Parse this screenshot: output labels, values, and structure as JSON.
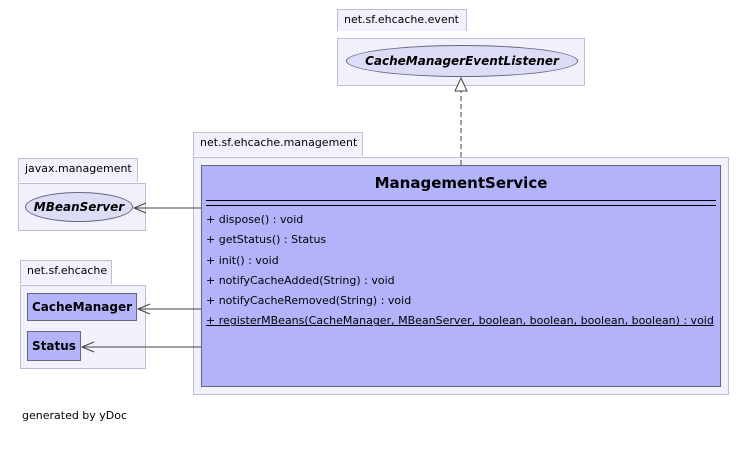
{
  "packages": {
    "event": {
      "name": "net.sf.ehcache.event"
    },
    "management": {
      "name": "net.sf.ehcache.management"
    },
    "javax": {
      "name": "javax.management"
    },
    "ehcache": {
      "name": "net.sf.ehcache"
    }
  },
  "classes": {
    "listener": {
      "name": "CacheManagerEventListener",
      "kind": "interface"
    },
    "mbean_server": {
      "name": "MBeanServer",
      "kind": "interface"
    },
    "cache_manager": {
      "name": "CacheManager",
      "kind": "class"
    },
    "status": {
      "name": "Status",
      "kind": "class"
    },
    "service": {
      "name": "ManagementService",
      "operations": [
        "+ dispose() : void",
        "+ getStatus() : Status",
        "+ init() : void",
        "+ notifyCacheAdded(String) : void",
        "+ notifyCacheRemoved(String) : void",
        "+ registerMBeans(CacheManager, MBeanServer, boolean, boolean, boolean, boolean) : void"
      ]
    }
  },
  "footer": "generated by yDoc",
  "colors": {
    "package_fill": "#f1f1fb",
    "class_fill": "#b3b3fb",
    "interface_fill": "#dcdcf6",
    "border": "#66667f"
  }
}
